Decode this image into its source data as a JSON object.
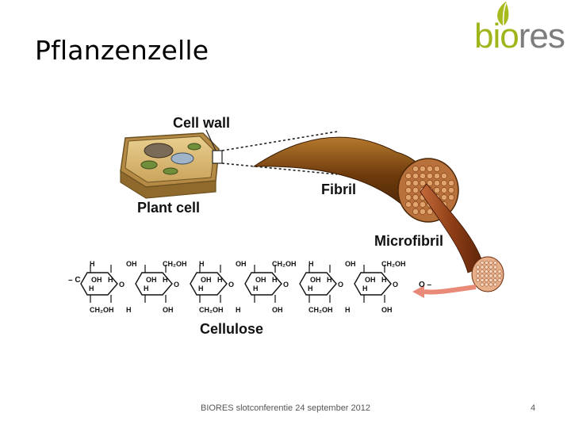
{
  "slide": {
    "title": "Pflanzenzelle",
    "footer": "BIORES slotconferentie 24 september 2012",
    "page_number": "4"
  },
  "logo": {
    "text_bio": "bio",
    "text_res": "res",
    "colors": {
      "bio": "#9fb51a",
      "res": "#7d7d7d",
      "leaf": "#a8bb1e"
    }
  },
  "diagram": {
    "labels": {
      "cell_wall": "Cell wall",
      "plant_cell": "Plant cell",
      "fibril": "Fibril",
      "microfibril": "Microfibril",
      "cellulose": "Cellulose"
    },
    "chain": {
      "top_labels": [
        "H",
        "OH",
        "CH₂OH",
        "H",
        "OH",
        "CH₂OH",
        "H",
        "OH",
        "CH₂OH"
      ],
      "bottom_labels": [
        "CH₂OH",
        "H",
        "OH",
        "CH₂OH",
        "H",
        "OH",
        "CH₂OH",
        "H",
        "OH"
      ],
      "end_left": "– C",
      "bridge": "O",
      "ring_oh": "OH",
      "ring_h": "H",
      "end_right": "O –"
    },
    "colors": {
      "fibril": "#8a4b12",
      "microfibril": "#9c4a1c",
      "cell": "#d8b870",
      "arrow": "#e98a78"
    }
  }
}
